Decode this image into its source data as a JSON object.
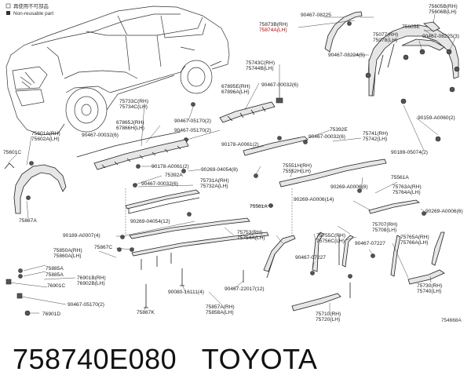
{
  "legend": {
    "reusable_text": "再使用不可部品",
    "nonreusable_text": "Non-reusable part"
  },
  "figure_id": "754668A",
  "footer": {
    "part_number": "758740E080",
    "brand": "TOYOTA"
  },
  "labels": {
    "l75873b": "75873B(RH)",
    "l75874a": "75874A(LH)",
    "l90467_08225": "90467-08225",
    "l75605b": "75605B(RH)",
    "l75606b": "75606B(LH)",
    "l75605e": "75605E",
    "l75077": "75077(RH)",
    "l75078": "75078(LH)",
    "l90467_08225_3": "90467-08225(3)",
    "l90467_08224_5": "90467-08224(5)",
    "l75743c": "75743C(RH)",
    "l75744b": "75744B(LH)",
    "l67895e": "67895E(RH)",
    "l67896a": "67896A(LH)",
    "l90467_00032_6a": "90467-00032(6)",
    "l75733c": "75733C(RH)",
    "l75734c": "75734C(LH)",
    "l90467_05170_2a": "90467-05170(2)",
    "l67865j": "67865J(RH)",
    "l67866h": "67866H(LH)",
    "l90467_00032_6b": "90467-00032(6)",
    "l90467_05170_2b": "90467-05170(2)",
    "l75392e": "75392E",
    "l90467_00032_6c": "90467-00032(6)",
    "l75741": "75741(RH)",
    "l75742": "75742(LH)",
    "l90159_a0060": "90159-A0060(2)",
    "l90178_a0061_2": "90178-A0061(2)",
    "l90189_05074": "90189-05074(2)",
    "l75601a": "75601A(RH)",
    "l75602a": "75602A(LH)",
    "l75601c": "75601C",
    "l90178_a0061_2b": "90178-A0061(2)",
    "l90269_04054_8": "90269-04054(8)",
    "l75551h": "75551H(RH)",
    "l75552h": "75552H(LH)",
    "l75392a": "75392A",
    "l90467_00032_6d": "90467-00032(6)",
    "l75561a": "75561A",
    "l75731a": "75731A(RH)",
    "l75732a": "75732A(LH)",
    "l90269_a0006_8": "90269-A0006(8)",
    "l75763a": "75763A(RH)",
    "l75764a": "75764A(LH)",
    "l75867a": "75867A",
    "l75561a_b": "75561A",
    "l90269_a0006_14": "90269-A0006(14)",
    "l90269_a0006_6": "90269-A0006(6)",
    "l90269_04054_12": "90269-04054(12)",
    "l90189_a0007_4": "90189-A0007(4)",
    "l75753": "75753(RH)",
    "l75754a": "75754A(LH)",
    "l75707": "75707(RH)",
    "l75708": "75708(LH)",
    "l75755c": "75755C(RH)",
    "l75756c": "75756C(LH)",
    "l90467_07227a": "90467-07227",
    "l75765a": "75765A(RH)",
    "l75766a": "75766A(LH)",
    "l75850a": "75850A(RH)",
    "l75860a": "75860A(LH)",
    "l75867c": "75867C",
    "l75885a_1": "75885A",
    "l75885a_2": "75885A",
    "l76901b": "76901B(RH)",
    "l76902b": "76902B(LH)",
    "l90467_07227b": "90467-07227",
    "l76901c": "76901C",
    "l90467_05170_2c": "90467-05170(2)",
    "l90080_16111": "90080-16111(4)",
    "l90467_22017": "90467-22017(12)",
    "l75730": "75730(RH)",
    "l75740": "75740(LH)",
    "l76901d": "76901D",
    "l75867k": "75867K",
    "l75857a": "75857A(RH)",
    "l75858a": "75858A(LH)",
    "l75710": "75710(RH)",
    "l75720": "75720(LH)"
  }
}
